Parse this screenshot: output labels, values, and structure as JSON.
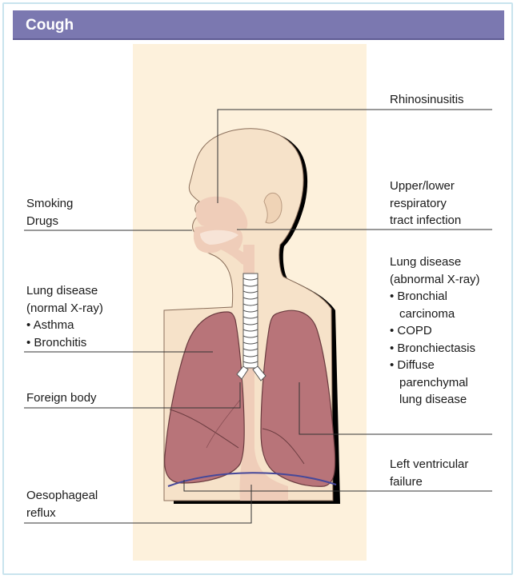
{
  "title": "Cough",
  "colors": {
    "title_bar": "#7b78b0",
    "border": "#c9e4ee",
    "background_panel": "#fdf1dc",
    "skin": "#f6e2c9",
    "lung": "#b87479",
    "airway": "#f2d6c7",
    "trachea": "#ffffff",
    "diaphragm": "#46489a"
  },
  "labels": {
    "rhinosinusitis": "Rhinosinusitis",
    "urti": [
      "Upper/lower",
      "respiratory",
      "tract infection"
    ],
    "smoking": [
      "Smoking",
      "Drugs"
    ],
    "lung_normal": [
      "Lung disease",
      "(normal X-ray)",
      "• Asthma",
      "• Bronchitis"
    ],
    "lung_abnormal": [
      "Lung disease",
      "(abnormal X-ray)",
      "• Bronchial",
      "carcinoma",
      "• COPD",
      "• Bronchiectasis",
      "• Diffuse",
      "parenchymal",
      "lung disease"
    ],
    "foreign_body": "Foreign body",
    "lvf": [
      "Left ventricular",
      "failure"
    ],
    "reflux": [
      "Oesophageal",
      "reflux"
    ]
  }
}
